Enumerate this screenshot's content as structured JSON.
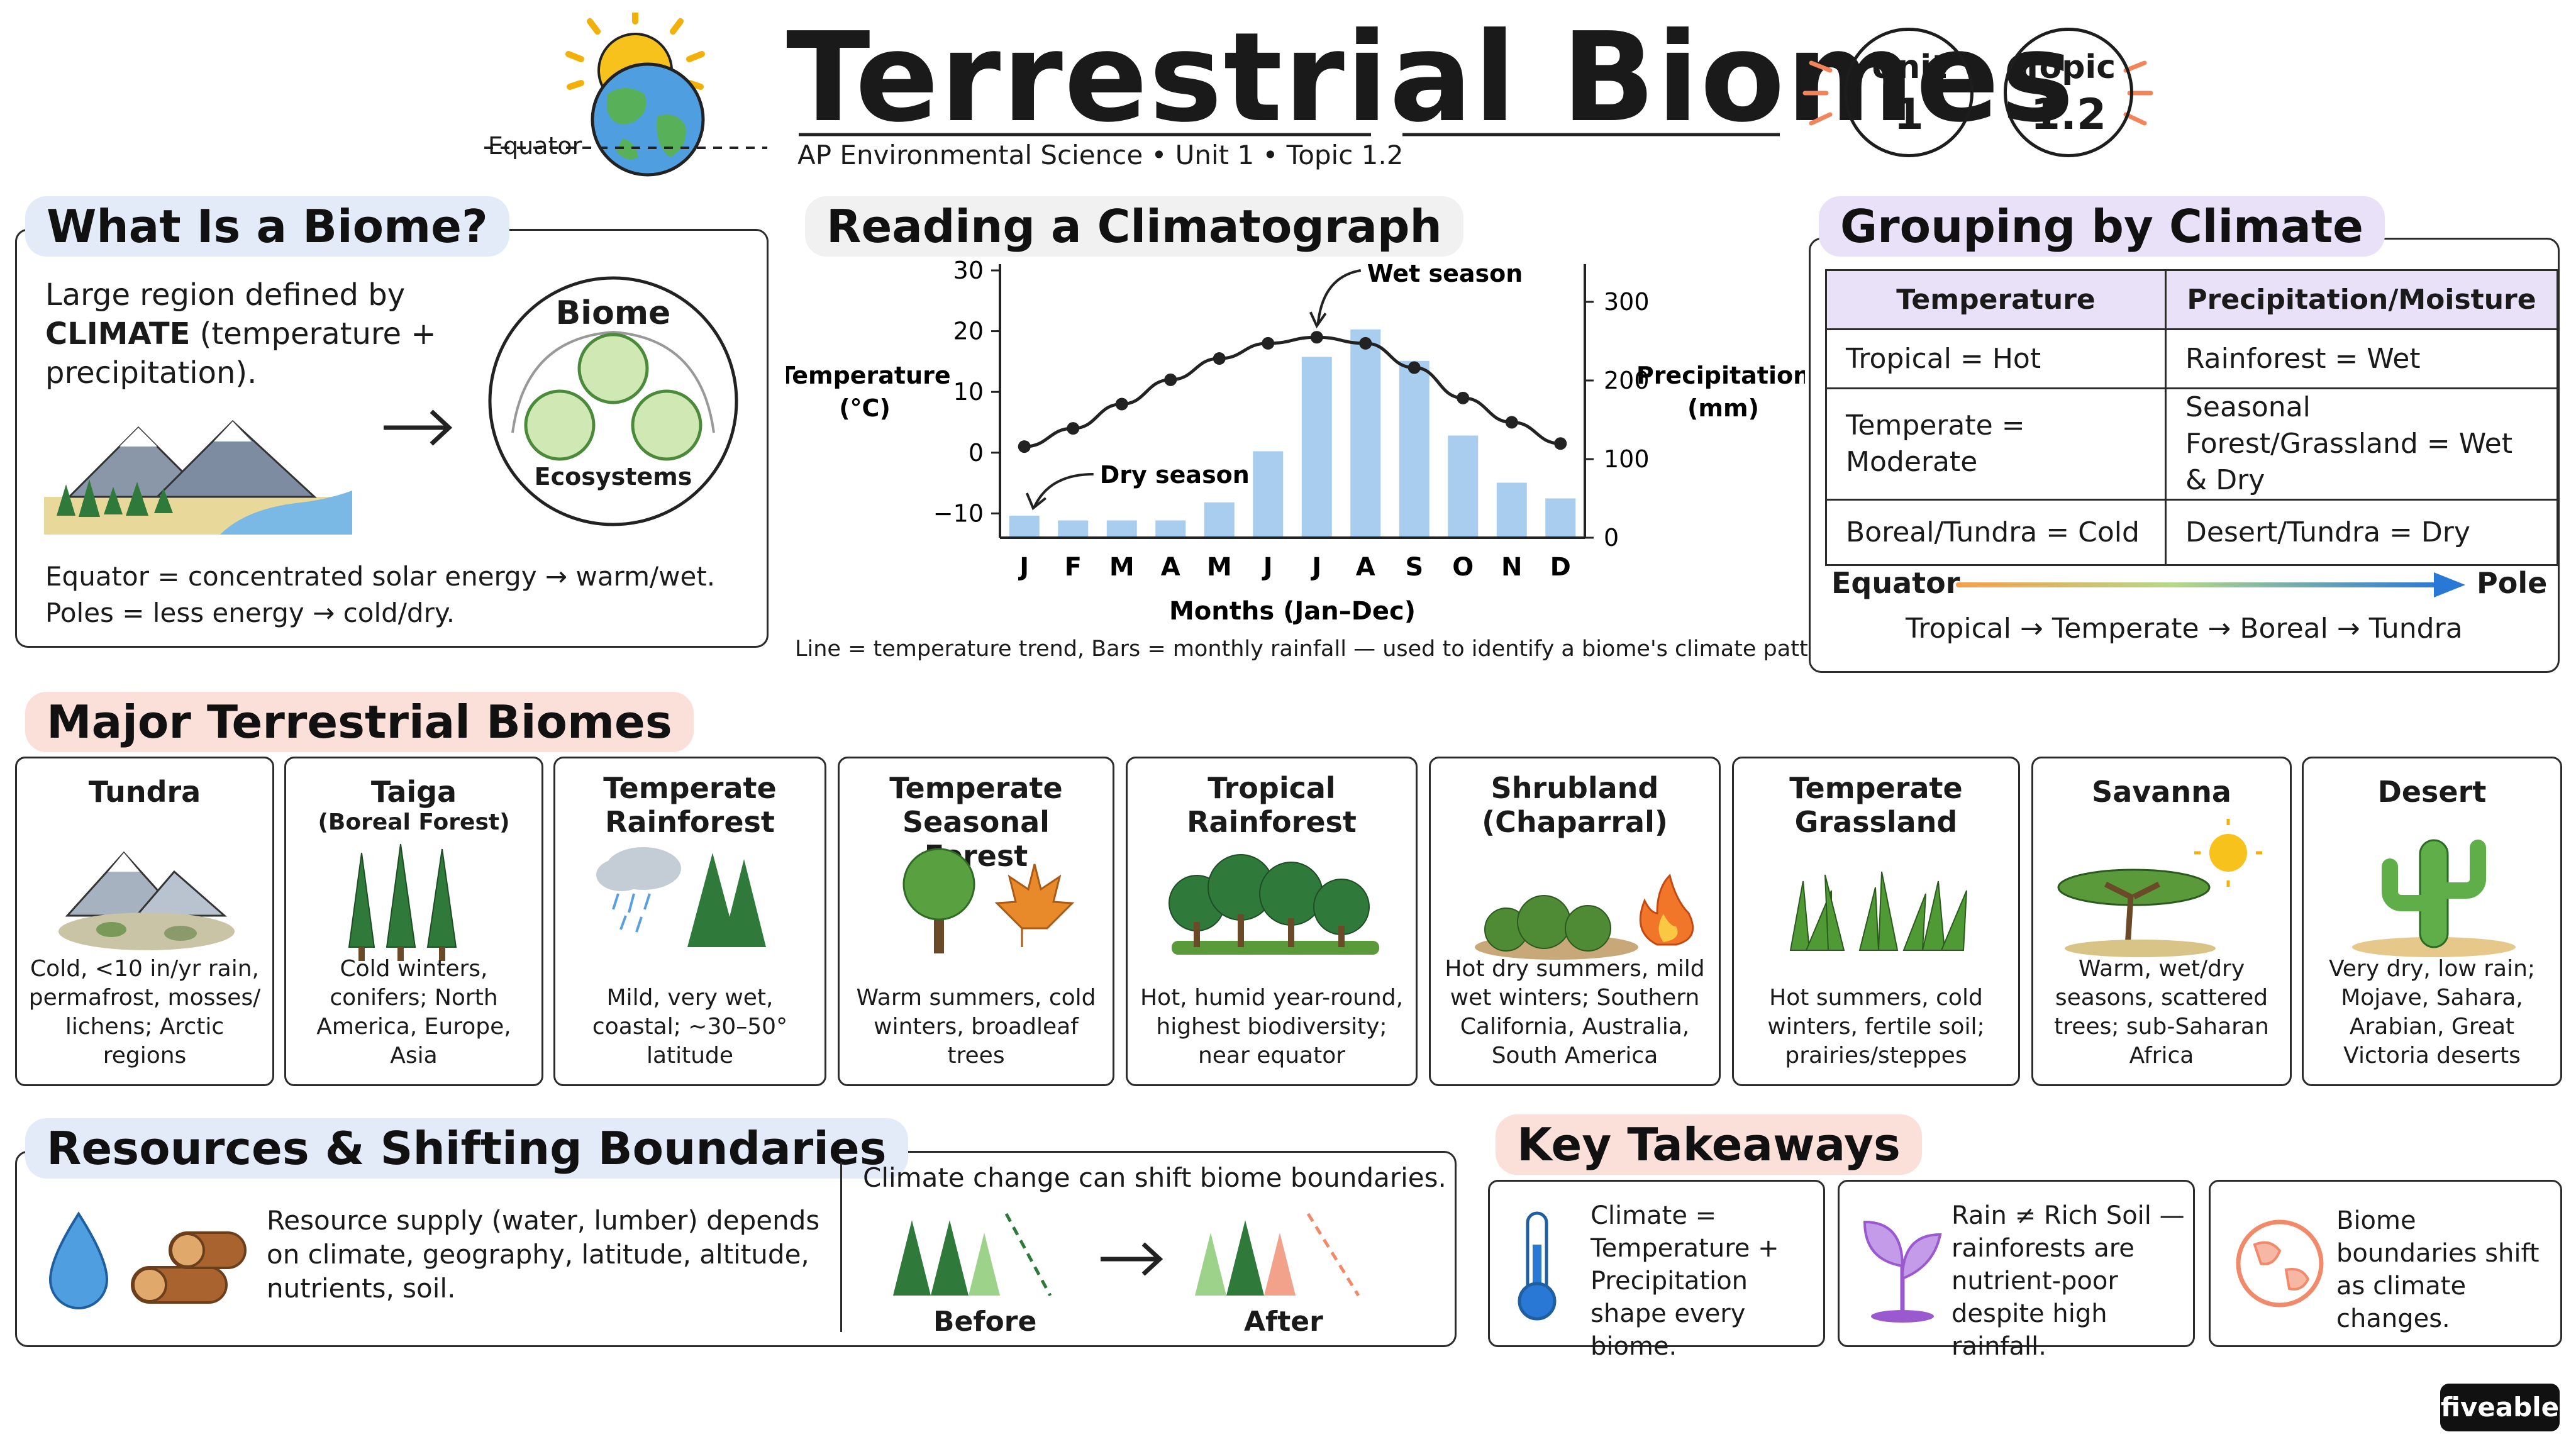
{
  "header": {
    "title": "Terrestrial Biomes",
    "subtitle": "AP Environmental Science • Unit 1 • Topic 1.2",
    "equator_label": "Equator",
    "badge_unit": {
      "line1": "Unit",
      "line2": "1"
    },
    "badge_topic": {
      "line1": "Topic",
      "line2": "1.2"
    }
  },
  "what_is_biome": {
    "heading": "What Is a Biome?",
    "desc_pre": "Large region defined by ",
    "desc_bold": "CLIMATE",
    "desc_post": " (temperature + precipitation).",
    "circle_title": "Biome",
    "circle_sub": "Ecosystems",
    "line1": "Equator = concentrated solar energy → warm/wet.",
    "line2": "Poles = less energy → cold/dry."
  },
  "climatograph": {
    "heading": "Reading a Climatograph",
    "caption": "Line = temperature trend, Bars = monthly rainfall — used to identify a biome's climate pattern.",
    "wet_label": "Wet season",
    "dry_label": "Dry season",
    "y_left_title": "Temperature",
    "y_left_unit": "(°C)",
    "y_right_title": "Precipitation",
    "y_right_unit": "(mm)",
    "x_title": "Months (Jan–Dec)"
  },
  "chart_data": {
    "type": "bar+line",
    "categories": [
      "J",
      "F",
      "M",
      "A",
      "M",
      "J",
      "J",
      "A",
      "S",
      "O",
      "N",
      "D"
    ],
    "series": [
      {
        "name": "Temperature",
        "unit": "°C",
        "axis": "left",
        "type": "line",
        "values": [
          1,
          4,
          8,
          12,
          15.5,
          18,
          19,
          18,
          14,
          9,
          5,
          1.5
        ]
      },
      {
        "name": "Precipitation",
        "unit": "mm",
        "axis": "right",
        "type": "bar",
        "values": [
          28,
          22,
          22,
          22,
          45,
          110,
          230,
          265,
          225,
          130,
          70,
          50
        ]
      }
    ],
    "y_left": {
      "ticks": [
        30,
        20,
        10,
        0,
        -10
      ],
      "ylim": [
        -14,
        30
      ]
    },
    "y_right": {
      "ticks": [
        300,
        200,
        100,
        0
      ],
      "ylim": [
        0,
        340
      ]
    },
    "annotations": [
      "Wet season",
      "Dry season"
    ]
  },
  "grouping": {
    "heading": "Grouping by Climate",
    "col1": "Temperature",
    "col2": "Precipitation/Moisture",
    "rows": [
      [
        "Tropical = Hot",
        "Rainforest = Wet"
      ],
      [
        "Temperate = Moderate",
        "Seasonal Forest/Grassland = Wet & Dry"
      ],
      [
        "Boreal/Tundra = Cold",
        "Desert/Tundra = Dry"
      ]
    ],
    "gradient_start": "Equator",
    "gradient_end": "Pole",
    "sequence": "Tropical → Temperate → Boreal → Tundra"
  },
  "major_biomes": {
    "heading": "Major Terrestrial Biomes",
    "cards": [
      {
        "name": "Tundra",
        "sub": "",
        "desc": "Cold, <10 in/yr rain, permafrost, mosses/ lichens; Arctic regions"
      },
      {
        "name": "Taiga",
        "sub": "(Boreal Forest)",
        "desc": "Cold winters, conifers; North America, Europe, Asia"
      },
      {
        "name": "Temperate Rainforest",
        "sub": "",
        "desc": "Mild, very wet, coastal; ~30–50° latitude"
      },
      {
        "name": "Temperate Seasonal Forest",
        "sub": "",
        "desc": "Warm summers, cold winters, broadleaf trees"
      },
      {
        "name": "Tropical Rainforest",
        "sub": "",
        "desc": "Hot, humid year-round, highest biodiversity; near equator"
      },
      {
        "name": "Shrubland (Chaparral)",
        "sub": "",
        "desc": "Hot dry summers, mild wet winters; Southern California, Australia, South America"
      },
      {
        "name": "Temperate Grassland",
        "sub": "",
        "desc": "Hot summers, cold winters, fertile soil; prairies/steppes"
      },
      {
        "name": "Savanna",
        "sub": "",
        "desc": "Warm, wet/dry seasons, scattered trees; sub-Saharan Africa"
      },
      {
        "name": "Desert",
        "sub": "",
        "desc": "Very dry, low rain; Mojave, Sahara, Arabian, Great Victoria deserts"
      }
    ]
  },
  "resources": {
    "heading": "Resources & Shifting Boundaries",
    "text": "Resource supply (water, lumber) depends on climate, geography, latitude, altitude, nutrients, soil.",
    "shift_title": "Climate change can shift biome boundaries.",
    "before": "Before",
    "after": "After"
  },
  "takeaways": {
    "heading": "Key Takeaways",
    "items": [
      "Climate = Temperature + Precipitation shape every biome.",
      "Rain ≠ Rich Soil — rainforests are nutrient-poor despite high rainfall.",
      "Biome boundaries shift as climate changes."
    ]
  },
  "brand": "fiveable",
  "colors": {
    "bar": "#a9cdee",
    "blue_tab": "#e4ebf8",
    "purple_tab": "#e8e1f8",
    "pink_tab": "#fbdfd9",
    "sun": "#f7c21b",
    "tree": "#2f7a3a"
  }
}
